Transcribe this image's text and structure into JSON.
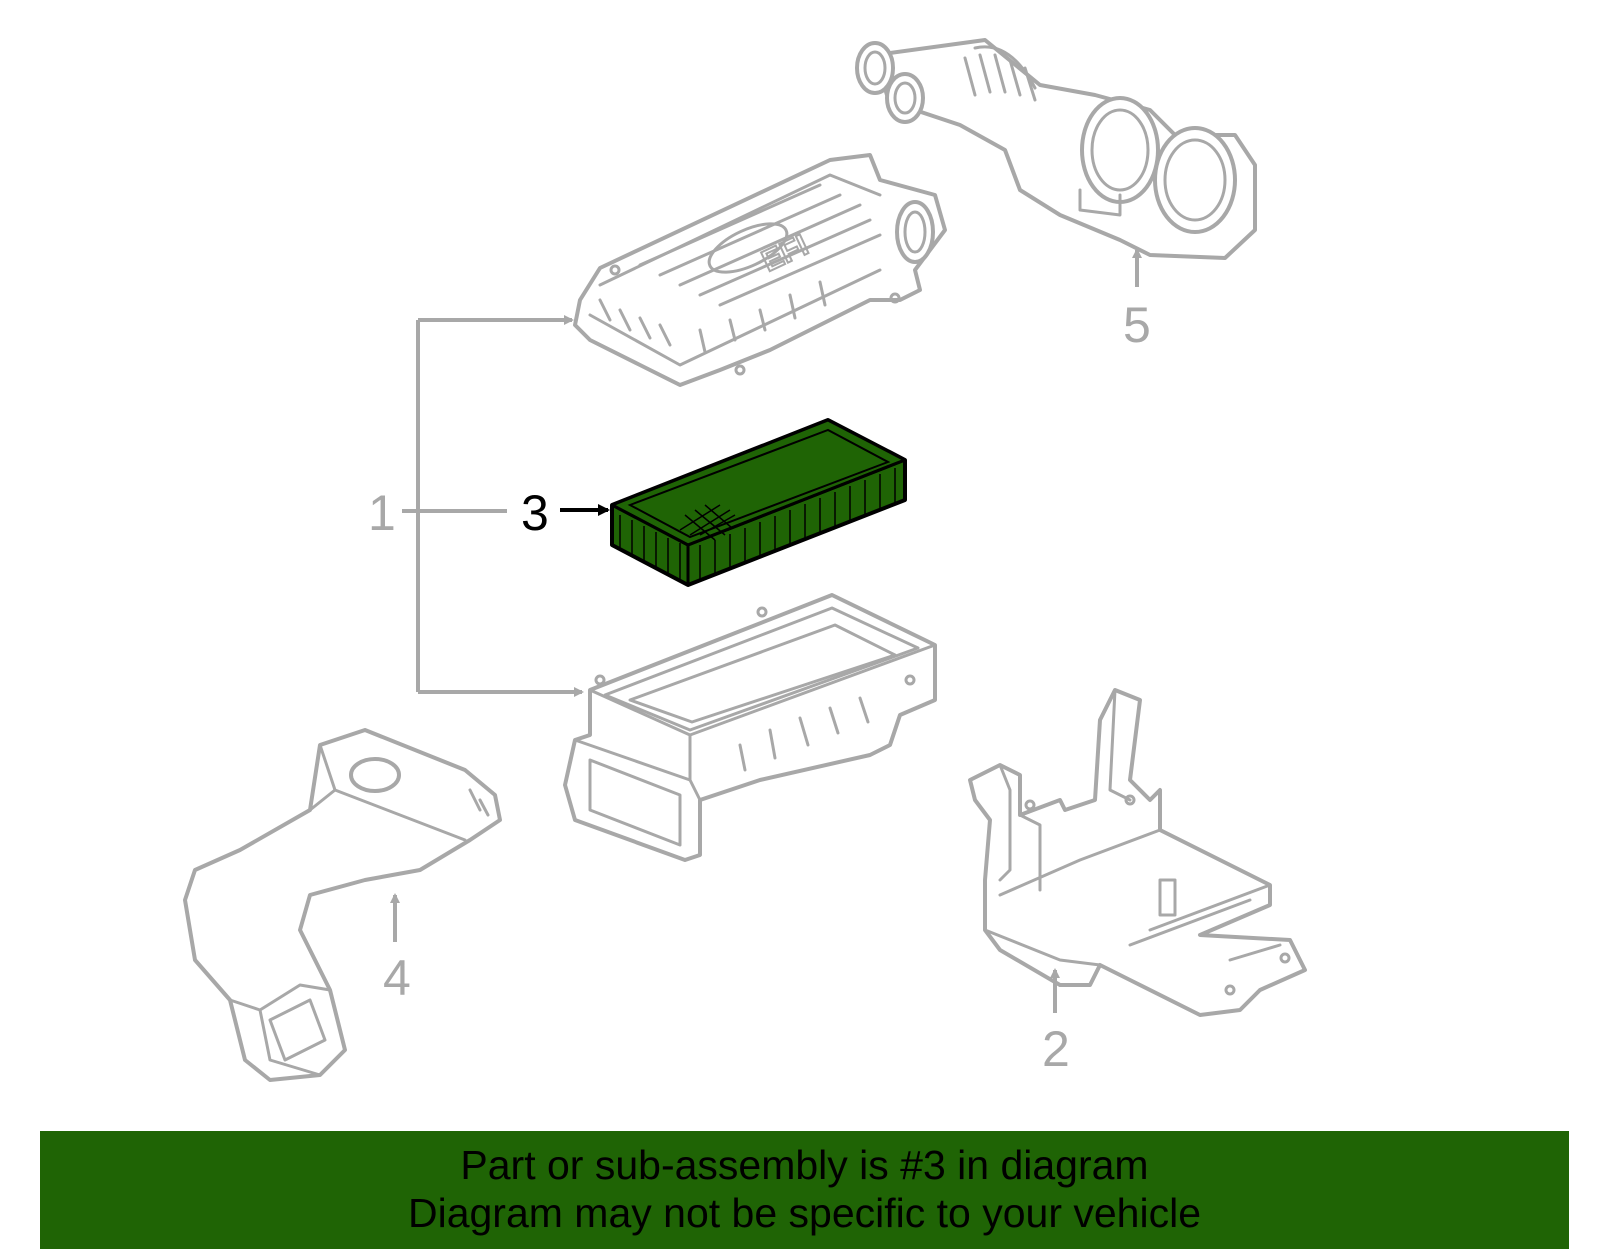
{
  "callouts": {
    "c1": "1",
    "c2": "2",
    "c3": "3",
    "c4": "4",
    "c5": "5"
  },
  "cover_logo_text": "EFI",
  "highlight_part": "3",
  "colors": {
    "highlight_fill": "#1f6405",
    "line_gray": "#a8a8a8",
    "banner_bg": "#1f6405"
  },
  "banner": {
    "line1": "Part or sub-assembly is #3 in diagram",
    "line2": "Diagram may not be specific to your vehicle"
  }
}
